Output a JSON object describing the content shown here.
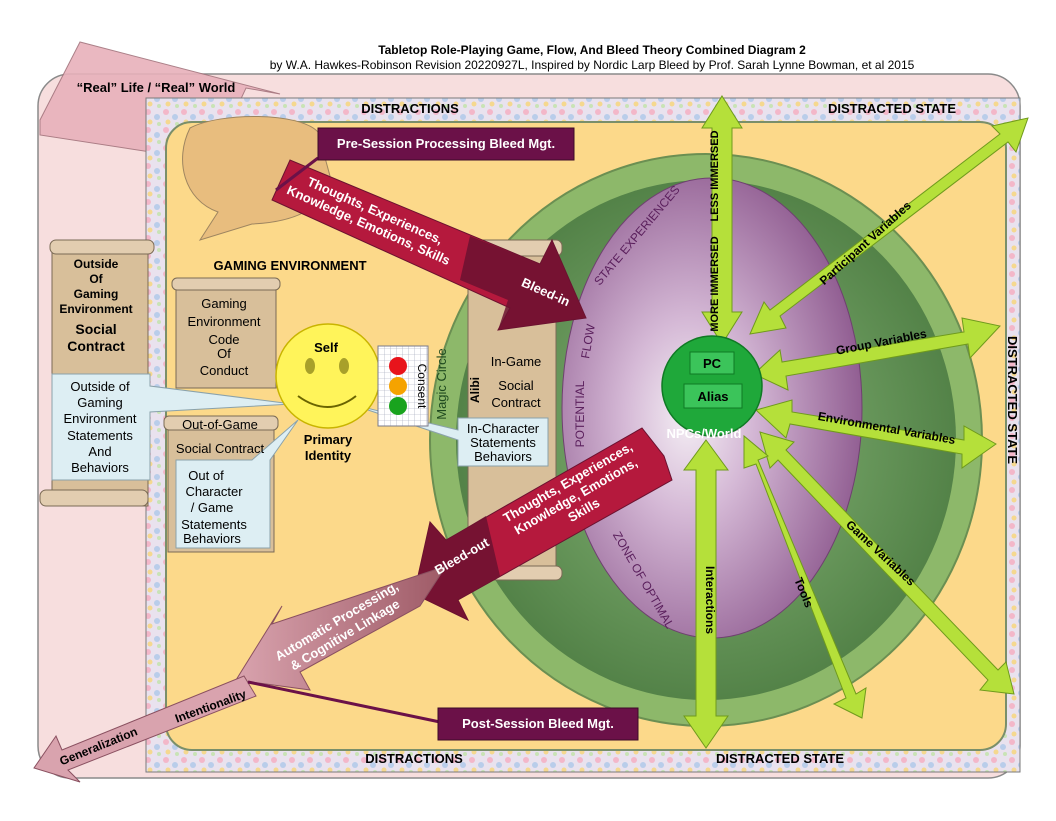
{
  "title": {
    "main": "Tabletop Role-Playing Game, Flow, And Bleed Theory Combined Diagram 2",
    "byline": "by W.A. Hawkes-Robinson Revision 20220927L, Inspired by Nordic Larp Bleed by Prof. Sarah Lynne Bowman, et al 2015"
  },
  "outer": {
    "real_world": "“Real” Life / “Real” World"
  },
  "borders": {
    "top_left": "DISTRACTIONS",
    "top_right": "DISTRACTED STATE",
    "bottom_left": "DISTRACTIONS",
    "bottom_right": "DISTRACTED STATE",
    "right": "DISTRACTED STATE"
  },
  "gaming": {
    "environment": "GAMING ENVIRONMENT",
    "code_lines": [
      "Gaming",
      "Environment",
      "Code",
      "Of",
      "Conduct"
    ],
    "outside_contract_lines": [
      "Outside",
      "Of",
      "Gaming",
      "Environment"
    ],
    "social_contract_lines": [
      "Social",
      "Contract"
    ],
    "outside_statements_lines": [
      "Outside of",
      "Gaming",
      "Environment",
      "Statements",
      "And",
      "Behaviors"
    ],
    "oog_scroll_lines": [
      "Out-of-Game",
      "Social Contract"
    ],
    "ooc_callout_lines": [
      "Out of",
      "Character",
      "/ Game",
      "Statements",
      "Behaviors"
    ]
  },
  "self": {
    "label": "Self",
    "primary_lines": [
      "Primary",
      "Identity"
    ],
    "consent": "Consent",
    "light_colors": [
      "#e8141b",
      "#f5a300",
      "#19a31e"
    ]
  },
  "magic": {
    "circle": "Magic Circle",
    "alibi": "Alibi",
    "ingame_lines": [
      "In-Game",
      "Social",
      "Contract"
    ],
    "inchar_lines": [
      "In-Character",
      "Statements",
      "Behaviors"
    ]
  },
  "flow": {
    "state_experiences": "STATE EXPERIENCES",
    "flow": "FLOW",
    "potential": "POTENTIAL",
    "zone": "ZONE OF OPTIMAL",
    "less_immersed": "LESS IMMERSED",
    "more_immersed": "MORE IMMERSED"
  },
  "center": {
    "pc": "PC",
    "alias": "Alias",
    "npcs": "NPCs/World"
  },
  "variables": {
    "participant": "Participant Variables",
    "group": "Group Variables",
    "environmental": "Environmental Variables",
    "game": "Game Variables",
    "tools": "Tools",
    "interactions": "Interactions"
  },
  "bleed": {
    "pre_session": "Pre-Session Processing Bleed Mgt.",
    "post_session": "Post-Session Bleed Mgt.",
    "in_lines": [
      "Thoughts, Experiences,",
      "Knowledge, Emotions, Skills"
    ],
    "bleed_in": "Bleed-in",
    "out_lines": [
      "Thoughts, Experiences,",
      "Knowledge, Emotions,",
      "Skills"
    ],
    "bleed_out": "Bleed-out",
    "auto_lines": [
      "Automatic Processing,",
      "& Cognitive Linkage"
    ],
    "intentionality": "Intentionality",
    "generalization": "Generalization"
  },
  "colors": {
    "outer_bg": "#f7dede",
    "gaming_bg": "#fcd98a",
    "pink_arrow": "#e8b1bb",
    "bleed_red": "#b5193d",
    "bleed_dark": "#6b1230",
    "green_ring": "#8db86a",
    "green_inner": "#5f8e4f",
    "purple": "#a97aa9",
    "lime": "#b5e03a",
    "lime_dark": "#7fb21c",
    "pc_green": "#1fa83a",
    "plum_box": "#6b1148",
    "scroll": "#d8bf9a",
    "callout": "#ddeef3"
  }
}
